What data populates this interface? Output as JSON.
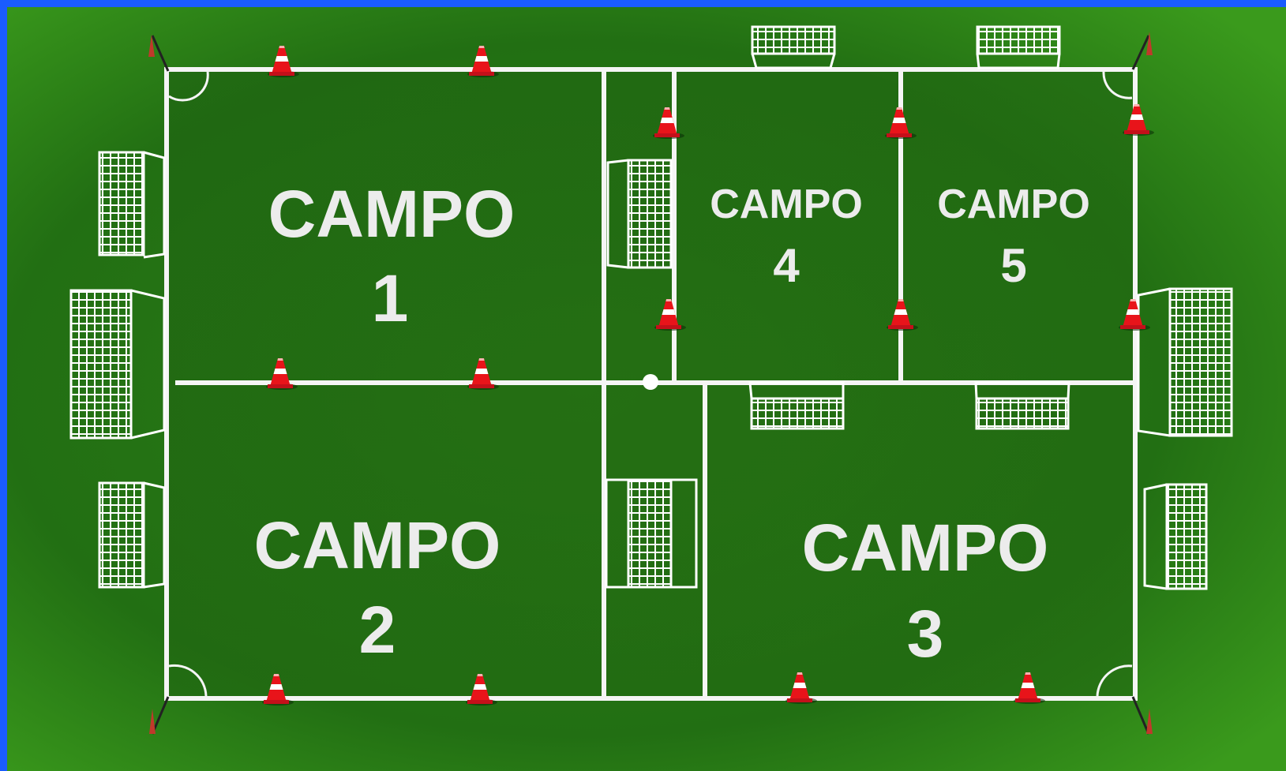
{
  "fields": [
    {
      "id": "campo-1",
      "line1": "CAMPO",
      "line2": "1"
    },
    {
      "id": "campo-2",
      "line1": "CAMPO",
      "line2": "2"
    },
    {
      "id": "campo-3",
      "line1": "CAMPO",
      "line2": "3"
    },
    {
      "id": "campo-4",
      "line1": "CAMPO",
      "line2": "4"
    },
    {
      "id": "campo-5",
      "line1": "CAMPO",
      "line2": "5"
    }
  ],
  "colors": {
    "border": "#1a5cff",
    "grass_dark": "#1f6a14",
    "grass_light": "#3e9a1c",
    "line": "#f5f5f5",
    "label": "#ececec",
    "cone": "#e8141a",
    "corner_flag": "#c0392b"
  },
  "icons": [
    "cone-icon",
    "goal-icon",
    "corner-flag-icon",
    "ball-icon"
  ]
}
